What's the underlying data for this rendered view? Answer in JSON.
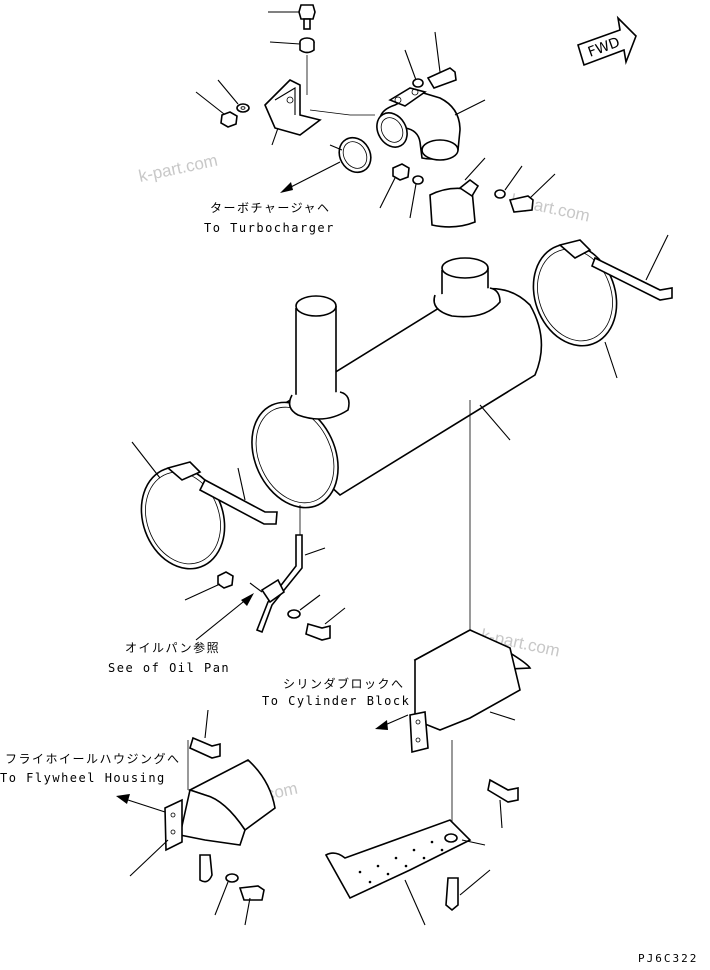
{
  "labels": {
    "turbo_jp": "ターボチャージャヘ",
    "turbo_en": "To Turbocharger",
    "oilpan_jp": "オイルパン参照",
    "oilpan_en": "See of Oil Pan",
    "cylinder_jp": "シリンダブロックへ",
    "cylinder_en": "To Cylinder Block",
    "flywheel_jp": "フライホイールハウジングへ",
    "flywheel_en": "To Flywheel Housing",
    "fwd": "FWD",
    "drawing_code": "PJ6C322"
  },
  "watermarks": [
    "k-part.com",
    "k-part.com",
    "k-part.com",
    "k-part.com"
  ]
}
